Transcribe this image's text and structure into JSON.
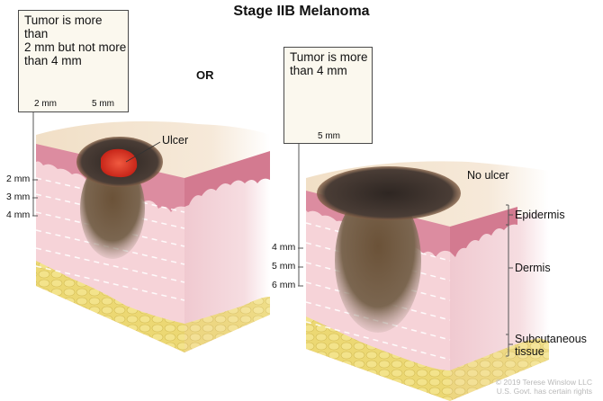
{
  "title": "Stage IIB Melanoma",
  "connector": "OR",
  "left_panel": {
    "box_text_lines": [
      "Tumor is more than",
      "2 mm but not more",
      "than 4 mm"
    ],
    "objects": [
      {
        "name": "crayon-tip",
        "label": "2 mm"
      },
      {
        "name": "pencil-eraser",
        "label": "5 mm"
      }
    ],
    "depth_ticks": [
      "2 mm",
      "3 mm",
      "4 mm"
    ],
    "callout": "Ulcer"
  },
  "right_panel": {
    "box_text_lines": [
      "Tumor is more",
      "than 4 mm"
    ],
    "objects": [
      {
        "name": "pencil-eraser",
        "label": "5 mm"
      }
    ],
    "depth_ticks": [
      "4 mm",
      "5 mm",
      "6 mm"
    ],
    "callout": "No ulcer",
    "layers": [
      "Epidermis",
      "Dermis",
      "Subcutaneous tissue"
    ],
    "layer_lines": [
      "Subcutaneous",
      "tissue"
    ]
  },
  "copyright": {
    "line1": "© 2019 Terese Winslow LLC",
    "line2": "U.S. Govt. has certain rights"
  },
  "colors": {
    "skin_surface": "#f3e3cc",
    "epidermis": "#d9849a",
    "dermis": "#f6d3d8",
    "fat": "#e9d676",
    "tumor": "#6e5a45",
    "ulcer": "#d42a1c",
    "box_bg": "#fbf8ee"
  }
}
